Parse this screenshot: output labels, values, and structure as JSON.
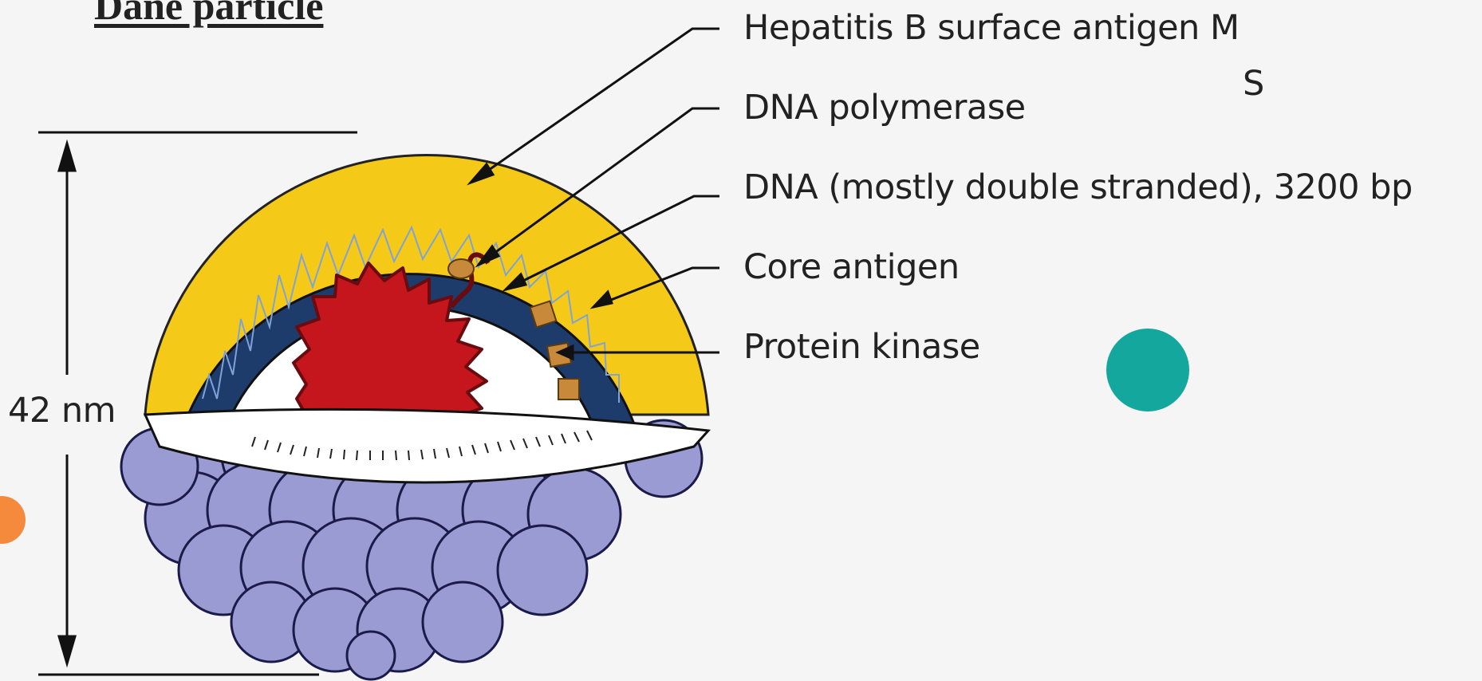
{
  "title": "Dane particle",
  "dimension_label": "42 nm",
  "labels": {
    "surface_antigen": "Hepatitis B surface antigen M",
    "surface_antigen_s": "S",
    "dna_polymerase": "DNA polymerase",
    "dna": "DNA (mostly double stranded), 3200 bp",
    "core_antigen": "Core antigen",
    "protein_kinase": "Protein kinase"
  },
  "colors": {
    "background": "#f5f5f5",
    "surface_antigen_layer": "#f5c917",
    "core_layer": "#1d3b6b",
    "dna_core": "#c4161c",
    "protein_kinase": "#c8893a",
    "lipid_subunits": "#9b9bd4",
    "teal_dot": "#14a79e",
    "orange_dot": "#f58a3d"
  }
}
